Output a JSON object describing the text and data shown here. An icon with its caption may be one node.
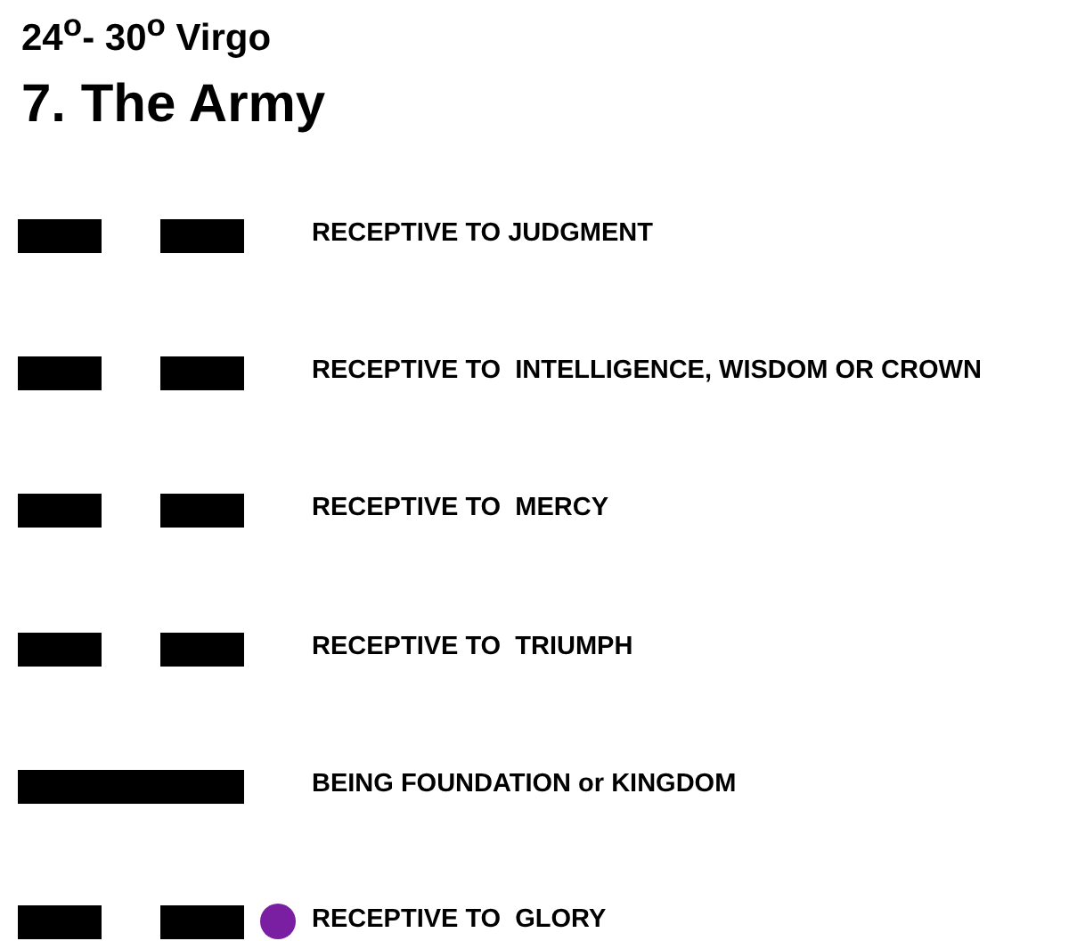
{
  "diagram": {
    "title": "24$^{o}$- 30$^{o}$ Virgo",
    "labels": [
      "7. The Army",
      "RECEPTIVE TO JUDGMENT",
      "RECEPTIVE TO  INTELLIGENCE, WISDOM OR CROWN",
      "RECEPTIVE TO  MERCY",
      "RECEPTIVE TO  TRIUMPH",
      "BEING FOUNDATION or KINGDOM",
      "RECEPTIVE TO  GLORY"
    ]
  }
}
